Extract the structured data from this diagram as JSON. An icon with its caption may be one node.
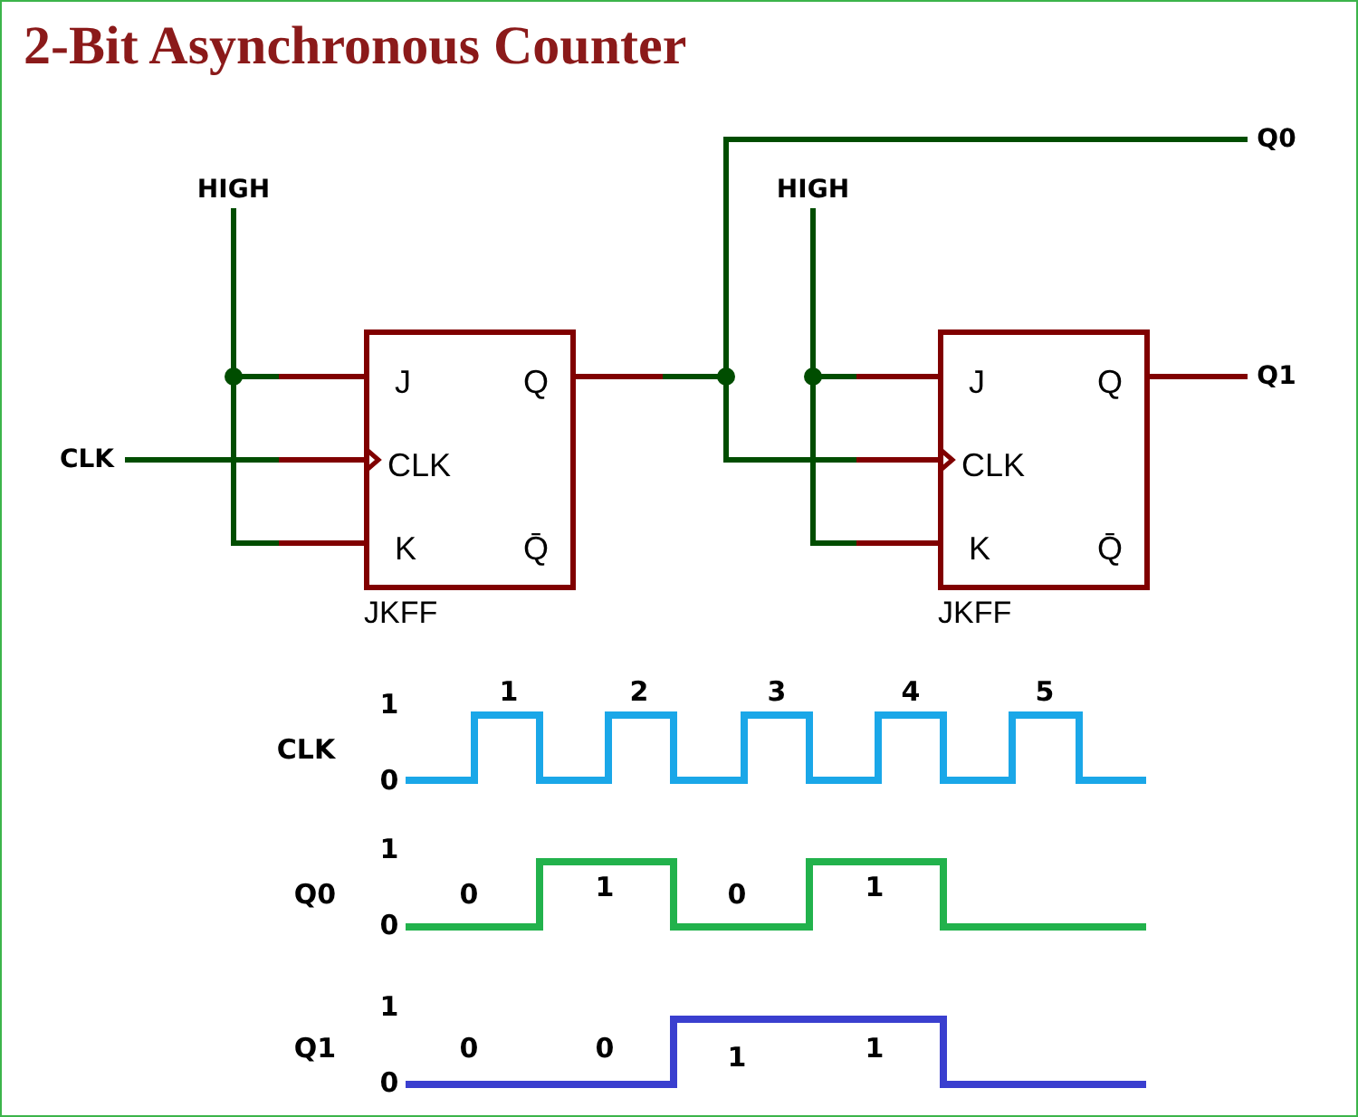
{
  "diagram": {
    "title": "2-Bit Asynchronous Counter",
    "nodes": [
      {
        "text": [
          "HIGH"
        ]
      },
      {
        "text": [
          "CLK"
        ]
      },
      {
        "text": [
          "J",
          "Q",
          "CLK",
          "K",
          "Q̄"
        ],
        "beside": [
          "JKFF"
        ]
      },
      {
        "text": [
          "HIGH"
        ]
      },
      {
        "text": [
          "J",
          "Q",
          "CLK",
          "K",
          "Q̄"
        ],
        "beside": [
          "JKFF"
        ]
      },
      {
        "text": [
          "Q0"
        ]
      },
      {
        "text": [
          "Q1"
        ]
      }
    ],
    "edges": [
      {
        "from": 0,
        "to": 2,
        "arrow": "none"
      },
      {
        "from": 0,
        "to": 2,
        "arrow": "none"
      },
      {
        "from": 1,
        "to": 2,
        "arrow": "to"
      },
      {
        "from": 2,
        "to": 4,
        "arrow": "to"
      },
      {
        "from": 2,
        "to": 5,
        "arrow": "none"
      },
      {
        "from": 3,
        "to": 4,
        "arrow": "none"
      },
      {
        "from": 3,
        "to": 4,
        "arrow": "none"
      },
      {
        "from": 4,
        "to": 6,
        "arrow": "none",
        "color": "#800000"
      }
    ],
    "labels": [
      "1",
      "2",
      "3",
      "4",
      "5",
      "1",
      "0",
      "CLK",
      "1",
      "0",
      "Q0",
      "0",
      "1",
      "0",
      "1",
      "1",
      "0",
      "Q1",
      "0",
      "0",
      "1",
      "1"
    ]
  }
}
